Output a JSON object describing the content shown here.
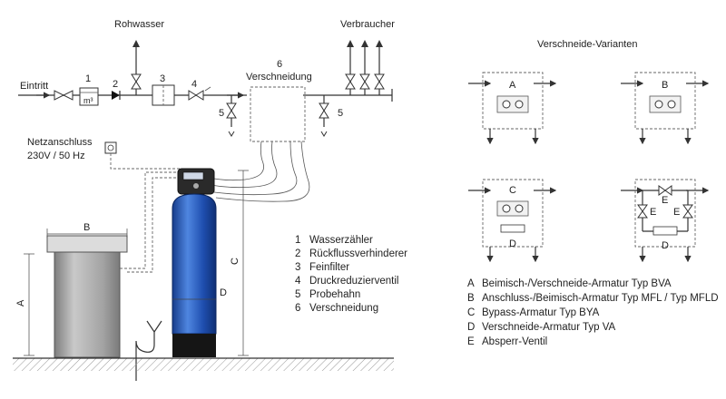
{
  "labels": {
    "rohwasser": "Rohwasser",
    "verbraucher": "Verbraucher",
    "eintritt": "Eintritt",
    "meter_unit": "m³",
    "verschneidung_num": "6",
    "verschneidung": "Verschneidung",
    "netzanschluss_1": "Netzanschluss",
    "netzanschluss_2": "230V / 50 Hz",
    "varianten_title": "Verschneide-Varianten",
    "dim_a": "A",
    "dim_b": "B",
    "dim_c": "C",
    "dim_d": "D"
  },
  "component_numbers": [
    "1",
    "2",
    "3",
    "4",
    "5",
    "5"
  ],
  "legend_numbers": [
    {
      "key": "1",
      "text": "Wasserzähler"
    },
    {
      "key": "2",
      "text": "Rückflussverhinderer"
    },
    {
      "key": "3",
      "text": "Feinfilter"
    },
    {
      "key": "4",
      "text": "Druckreduzierventil"
    },
    {
      "key": "5",
      "text": "Probehahn"
    },
    {
      "key": "6",
      "text": "Verschneidung"
    }
  ],
  "legend_letters": [
    {
      "key": "A",
      "text": "Beimisch-/Verschneide-Armatur Typ BVA"
    },
    {
      "key": "B",
      "text": "Anschluss-/Beimisch-Armatur Typ MFL / Typ MFLD"
    },
    {
      "key": "C",
      "text": "Bypass-Armatur Typ BYA"
    },
    {
      "key": "D",
      "text": "Verschneide-Armatur Typ VA"
    },
    {
      "key": "E",
      "text": "Absperr-Ventil"
    }
  ],
  "variants": [
    {
      "top": "A",
      "bottom": ""
    },
    {
      "top": "B",
      "bottom": ""
    },
    {
      "top": "C",
      "bottom": "D"
    },
    {
      "top": "E",
      "bottom": "D",
      "side_left": "E",
      "side_right": "E"
    }
  ],
  "colors": {
    "tank_blue": "#1f4fb0",
    "tank_highlight": "#5f8fe6",
    "tank_base": "#151515",
    "brine_gray": "#9a9a9a",
    "floor_hatch": "#888888"
  }
}
